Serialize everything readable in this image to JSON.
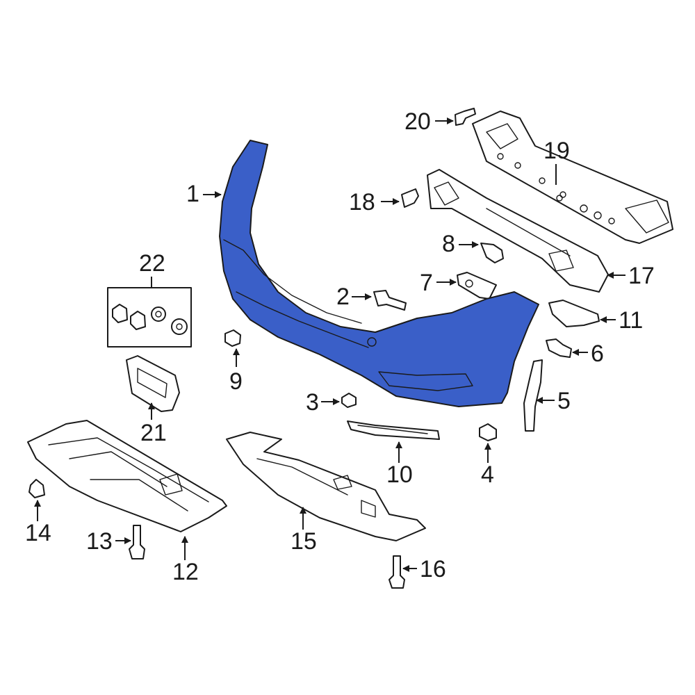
{
  "colors": {
    "highlight": "#3a5fc8",
    "line": "#1a1a1a",
    "background": "#ffffff"
  },
  "callouts": {
    "c1": "1",
    "c2": "2",
    "c3": "3",
    "c4": "4",
    "c5": "5",
    "c6": "6",
    "c7": "7",
    "c8": "8",
    "c9": "9",
    "c10": "10",
    "c11": "11",
    "c12": "12",
    "c13": "13",
    "c14": "14",
    "c15": "15",
    "c16": "16",
    "c17": "17",
    "c18": "18",
    "c19": "19",
    "c20": "20",
    "c21": "21",
    "c22": "22"
  }
}
